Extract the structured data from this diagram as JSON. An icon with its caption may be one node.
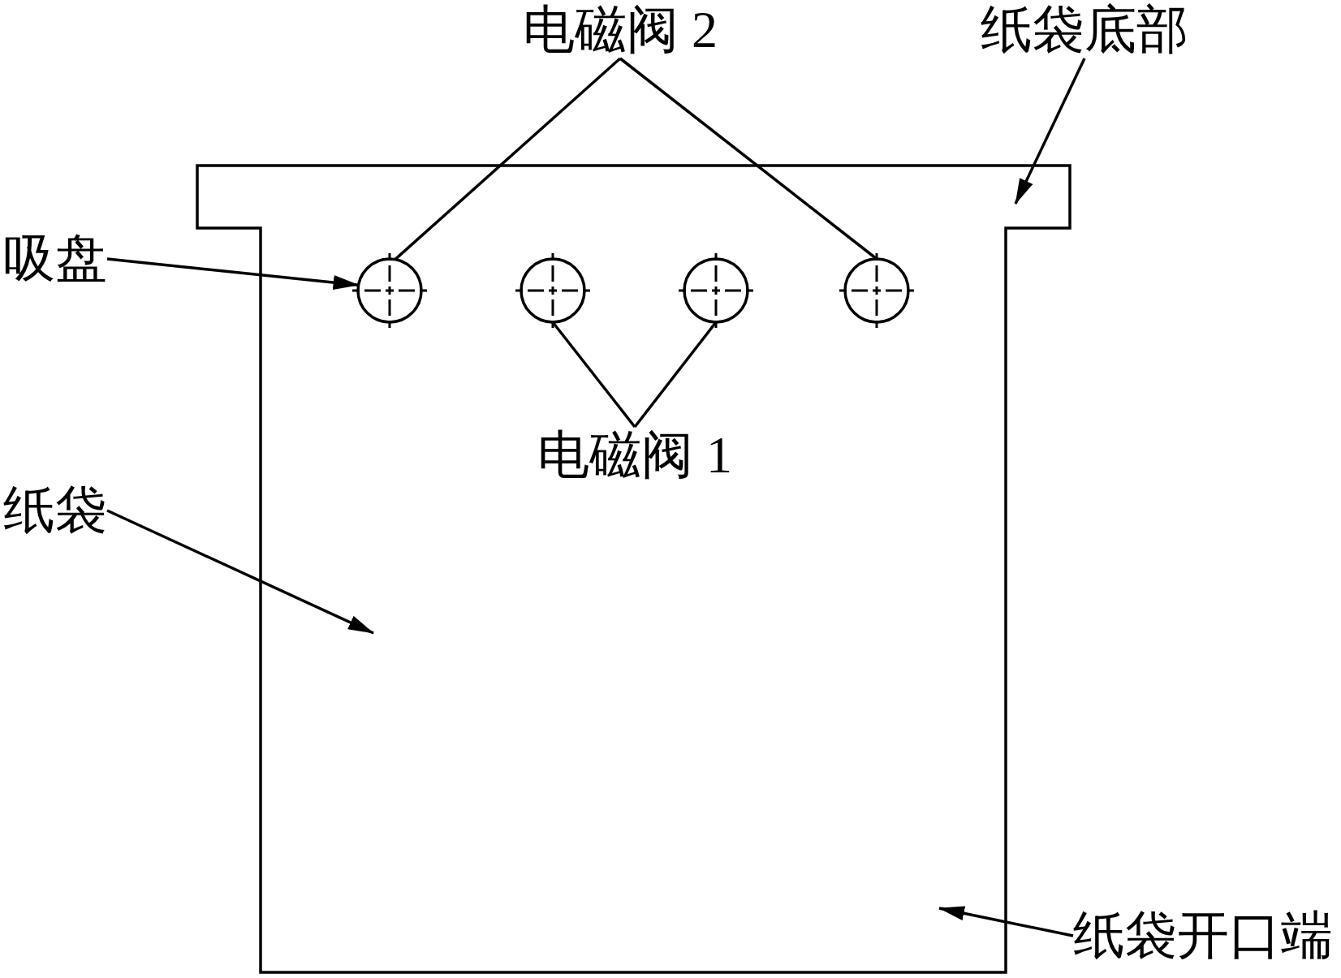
{
  "diagram": {
    "nodes": [
      {
        "text": [
          "电磁阀 2"
        ]
      },
      {
        "text": [
          "纸袋底部"
        ]
      },
      {
        "text": [
          "吸盘"
        ]
      },
      {
        "text": [],
        "shape": "circle"
      },
      {
        "text": [],
        "shape": "circle"
      },
      {
        "text": [],
        "shape": "circle"
      },
      {
        "text": [],
        "shape": "circle"
      },
      {
        "text": [
          "电磁阀 1"
        ]
      },
      {
        "text": [
          "纸袋"
        ]
      },
      {
        "text": [
          "纸袋开口端"
        ]
      }
    ],
    "edges": [
      {
        "from": 0,
        "to": 3,
        "arrow": "none"
      },
      {
        "from": 0,
        "to": 6,
        "arrow": "none"
      },
      {
        "from": 1,
        "to": null,
        "arrow": "to"
      },
      {
        "from": 2,
        "to": 3,
        "arrow": "to"
      },
      {
        "from": 7,
        "to": 4,
        "arrow": "none"
      },
      {
        "from": 7,
        "to": 5,
        "arrow": "none"
      },
      {
        "from": 8,
        "to": null,
        "arrow": "to"
      },
      {
        "from": 9,
        "to": null,
        "arrow": "to"
      }
    ]
  }
}
